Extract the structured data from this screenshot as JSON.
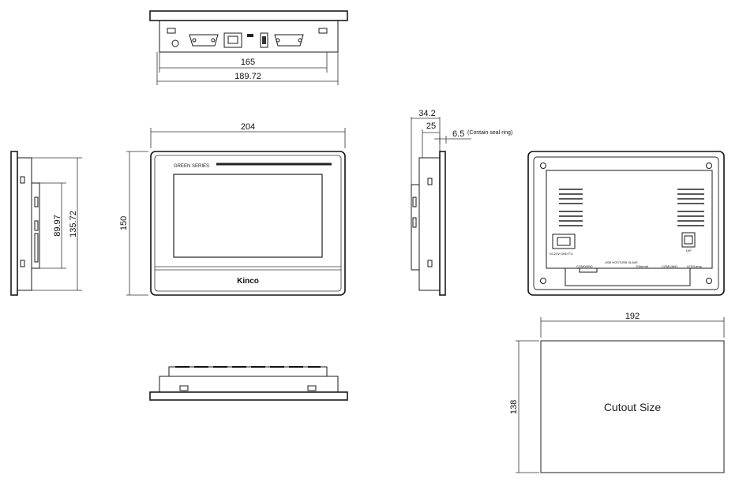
{
  "dims": {
    "top_width_inner": "165",
    "top_width_outer": "189.72",
    "front_width": "204",
    "front_height": "150",
    "left_side_inner": "89.97",
    "left_side_outer": "135.72",
    "depth_total": "34.2",
    "depth_body": "25",
    "seal_depth": "6.5",
    "seal_note": "(Contain seal ring)",
    "cutout_width": "192",
    "cutout_height": "138"
  },
  "front": {
    "series_label": "GREEN SERIES",
    "brand": "Kinco"
  },
  "cutout": {
    "label": "Cutout Size"
  },
  "back_labels": {
    "power": "DC24V  GND  FG",
    "com_a": "COM0/AN0",
    "usb_host": "USB HOST",
    "usb_slave": "USB SLAVE",
    "ethernet": "Ethernet",
    "com_b": "COM1/AN1",
    "led": "LED/Lamp",
    "dip": "DIP"
  }
}
